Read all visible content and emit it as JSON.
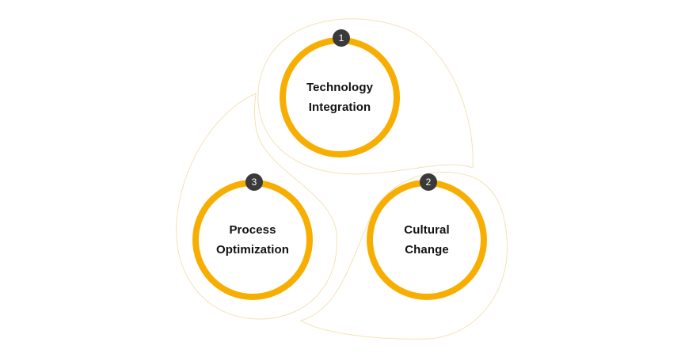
{
  "colors": {
    "ring": "#F7AE00",
    "swirl_outline": "#F3E2B8",
    "badge_bg": "#3A3A3A",
    "badge_text": "#FFFFFF",
    "label_text": "#111111",
    "background": "#FFFFFF"
  },
  "nodes": [
    {
      "number": "1",
      "line1": "Technology",
      "line2": "Integration"
    },
    {
      "number": "2",
      "line1": "Cultural",
      "line2": "Change"
    },
    {
      "number": "3",
      "line1": "Process",
      "line2": "Optimization"
    }
  ]
}
